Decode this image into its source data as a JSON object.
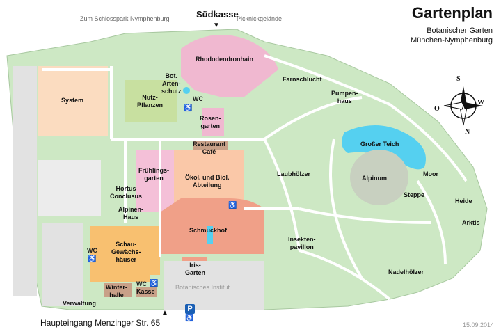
{
  "header": {
    "title": "Gartenplan",
    "subtitle_1": "Botanischer Garten",
    "subtitle_2": "München-Nymphenburg"
  },
  "top": {
    "link_left": "Zum Schlosspark Nymphenburg",
    "south_gate": "Südkasse",
    "link_right": "Picknickgelände"
  },
  "areas": {
    "system": "System",
    "nutzpflanzen": "Nutz-\nPflanzen",
    "bot_artenschutz": "Bot.\nArten-\nschutz",
    "rhododendronhain": "Rhododendronhain",
    "farnschlucht": "Farnschlucht",
    "pumpenhaus": "Pumpen-\nhaus",
    "rosengarten": "Rosen-\ngarten",
    "restaurant": "Restaurant\nCafé",
    "fruehlingsgarten": "Frühlings-\ngarten",
    "oekol": "Ökol. und Biol.\nAbteilung",
    "hortus": "Hortus\nConclusus",
    "alpinenhaus": "Alpinen-\nHaus",
    "schmuckhof": "Schmuckhof",
    "schaugewaechshaeuser": "Schau-\nGewächs-\nhäuser",
    "irisgarten": "Iris-\nGarten",
    "winterhalle": "Winter-\nhalle",
    "kasse": "Kasse",
    "verwaltung": "Verwaltung",
    "botanisches_institut": "Botanisches Institut",
    "laubhoelzer": "Laubhölzer",
    "grosser_teich": "Großer Teich",
    "alpinum": "Alpinum",
    "moor": "Moor",
    "steppe": "Steppe",
    "heide": "Heide",
    "arktis": "Arktis",
    "insektenpavillon": "Insekten-\npavillon",
    "nadelhoelzer": "Nadelhölzer"
  },
  "facilities": {
    "wc": "WC",
    "parking": "P"
  },
  "compass": {
    "s": "S",
    "o": "O",
    "w": "W",
    "n": "N"
  },
  "footer": {
    "entrance": "Haupteingang Menzinger Str. 65",
    "date": "15.09.2014"
  },
  "colors": {
    "lawn": "#cde8c4",
    "path": "#ffffff",
    "building": "#e2e2e2",
    "rhododendron": "#f0b8d0",
    "system": "#fbdcc0",
    "nutz": "#c8e0a0",
    "oekol": "#fac8a8",
    "schmuckhof": "#f0a088",
    "glasshouse": "#f8c070",
    "water": "#55d0f0",
    "alpinum": "#c8d0c0",
    "winterhalle": "#c8a088"
  }
}
